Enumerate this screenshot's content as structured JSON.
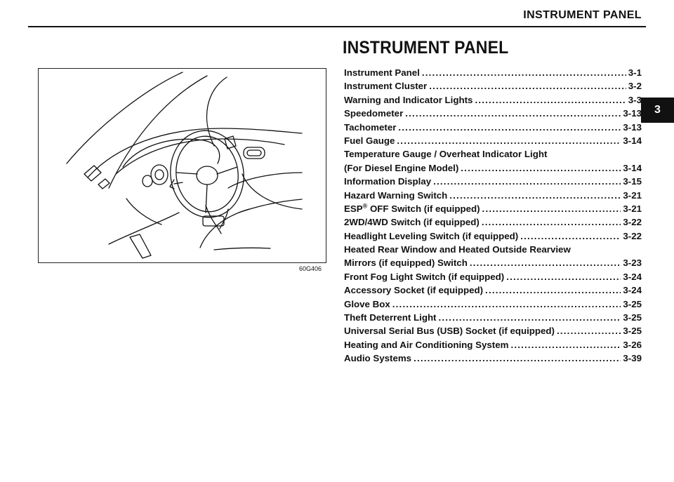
{
  "header": {
    "running_title": "INSTRUMENT PANEL"
  },
  "section": {
    "title": "INSTRUMENT PANEL",
    "tab_number": "3"
  },
  "figure": {
    "code": "60G406"
  },
  "toc": [
    {
      "title": "Instrument Panel",
      "page": "3-1"
    },
    {
      "title": "Instrument Cluster",
      "page": "3-2"
    },
    {
      "title": "Warning and Indicator Lights",
      "page": "3-3"
    },
    {
      "title": "Speedometer",
      "page": "3-13"
    },
    {
      "title": "Tachometer",
      "page": "3-13"
    },
    {
      "title": "Fuel Gauge",
      "page": "3-14"
    },
    {
      "title": "Temperature Gauge / Overheat Indicator Light",
      "page": ""
    },
    {
      "title": "(For Diesel Engine Model)",
      "page": "3-14"
    },
    {
      "title": "Information Display",
      "page": "3-15"
    },
    {
      "title": "Hazard Warning Switch",
      "page": "3-21"
    },
    {
      "title_pre": "ESP",
      "title_sup": "®",
      "title_post": " OFF Switch (if equipped)",
      "page": "3-21"
    },
    {
      "title": "2WD/4WD Switch (if equipped)",
      "page": "3-22"
    },
    {
      "title": "Headlight Leveling Switch (if equipped)",
      "page": "3-22"
    },
    {
      "title": "Heated Rear Window and Heated Outside Rearview",
      "page": ""
    },
    {
      "title": "Mirrors (if equipped) Switch",
      "page": "3-23"
    },
    {
      "title": "Front Fog Light Switch (if equipped)",
      "page": "3-24"
    },
    {
      "title": "Accessory Socket (if equipped)",
      "page": "3-24"
    },
    {
      "title": "Glove Box",
      "page": "3-25"
    },
    {
      "title": "Theft Deterrent Light",
      "page": "3-25"
    },
    {
      "title": "Universal Serial Bus (USB) Socket (if equipped)",
      "page": "3-25"
    },
    {
      "title": "Heating and Air Conditioning System",
      "page": "3-26"
    },
    {
      "title": "Audio Systems",
      "page": "3-39"
    }
  ]
}
